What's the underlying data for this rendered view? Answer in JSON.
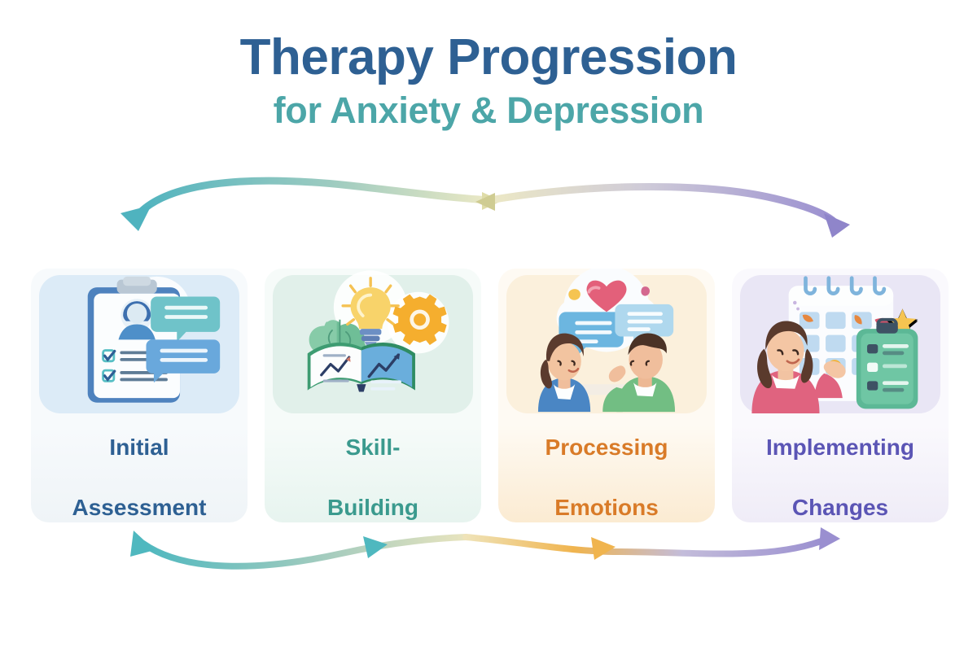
{
  "header": {
    "title": "Therapy Progression",
    "subtitle": "for Anxiety & Depression",
    "title_color": "#2E6093",
    "subtitle_color": "#4CA6A8"
  },
  "cards": [
    {
      "id": "initial-assessment",
      "label_line1": "Initial",
      "label_line2": "Assessment",
      "accent": "#5B9BD5",
      "icon_bg": "#DCEBF7",
      "card_bg": "#F7FAFC",
      "card_bottom": "#EFF4F7",
      "text_color": "#2E6093",
      "icon_name": "clipboard-assessment-icon"
    },
    {
      "id": "skill-building",
      "label_line1": "Skill-",
      "label_line2": "Building",
      "accent": "#62B48F",
      "icon_bg": "#E1F0EA",
      "card_bg": "#F6FBF9",
      "card_bottom": "#E7F4EF",
      "text_color": "#3B9A8E",
      "icon_name": "brain-bulb-book-icon"
    },
    {
      "id": "processing-emotions",
      "label_line1": "Processing",
      "label_line2": "Emotions",
      "accent": "#F2A93B",
      "icon_bg": "#FBF0DC",
      "card_bg": "#FEFAF3",
      "card_bottom": "#FBEBD2",
      "text_color": "#D97B28",
      "icon_name": "two-people-talking-icon"
    },
    {
      "id": "implementing-changes",
      "label_line1": "Implementing",
      "label_line2": "Changes",
      "accent": "#8F7FC8",
      "icon_bg": "#E9E6F5",
      "card_bg": "#FAF9FD",
      "card_bottom": "#EFECF7",
      "text_color": "#5B55B5",
      "icon_name": "calendar-planning-icon"
    }
  ],
  "arrows": {
    "top_left": {
      "name": "arrow-top-left",
      "start_color": "#4FB3BF",
      "end_color": "#E6E3B8",
      "direction": "bidirectional"
    },
    "top_right": {
      "name": "arrow-top-right",
      "start_color": "#D9D79E",
      "end_color": "#9A8FD0",
      "direction": "bidirectional"
    },
    "bottom_left": {
      "name": "arrow-bottom-left",
      "start_color": "#4FB8BF",
      "end_color": "#DFDCB4",
      "direction": "bidirectional"
    },
    "bottom_right": {
      "name": "arrow-bottom-right",
      "start_color": "#F0B44E",
      "end_color": "#9A8FD0",
      "direction": "bidirectional"
    }
  }
}
